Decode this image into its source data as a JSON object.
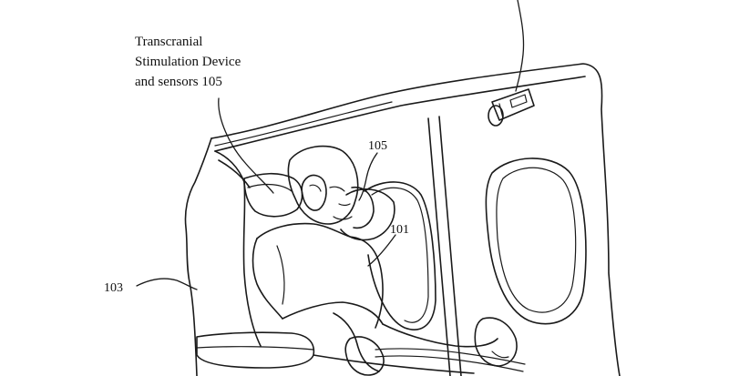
{
  "labels": {
    "device_line1": "Transcranial",
    "device_line2": "Stimulation Device",
    "device_line3": "and sensors 105",
    "ref_105": "105",
    "ref_101": "101",
    "ref_103": "103"
  },
  "colors": {
    "ink": "#1a1a1a",
    "background": "#ffffff"
  }
}
